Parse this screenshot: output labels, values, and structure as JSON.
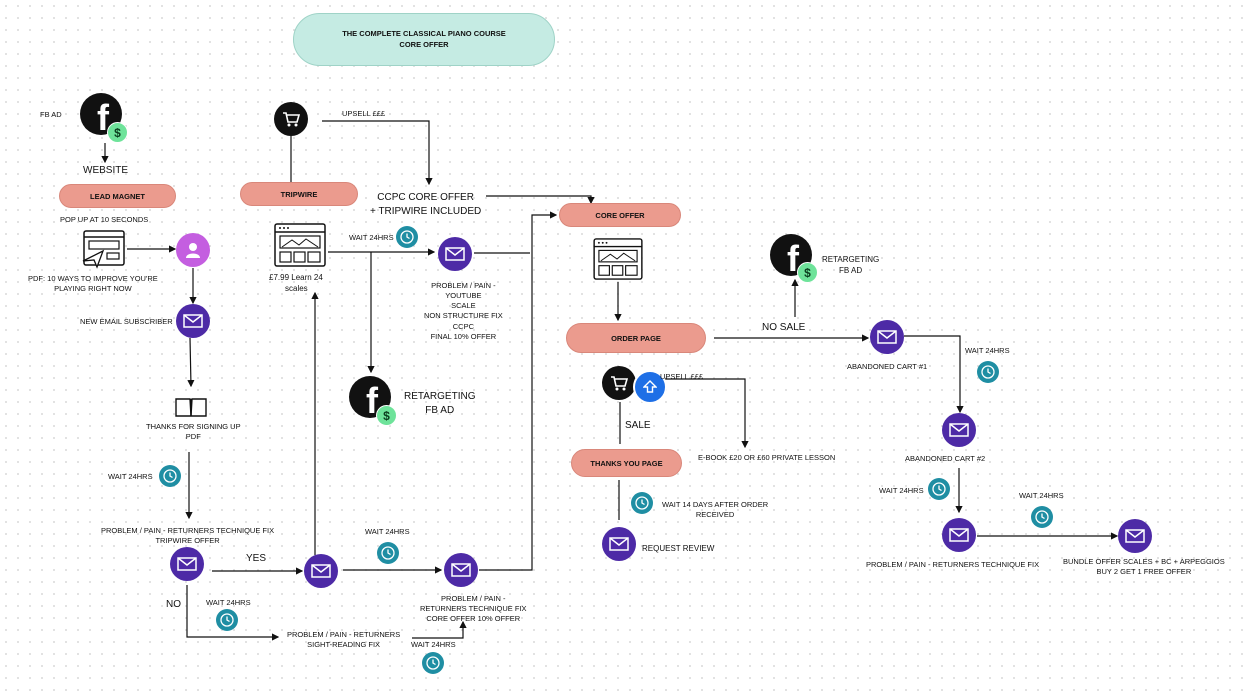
{
  "header": {
    "line1": "THE COMPLETE CLASSICAL PIANO COURSE",
    "line2": "CORE OFFER"
  },
  "pills": {
    "lead_magnet": "LEAD MAGNET",
    "tripwire": "TRIPWIRE",
    "core_offer": "CORE OFFER",
    "order_page": "ORDER PAGE",
    "thanks_page": "THANKS YOU PAGE"
  },
  "left": {
    "fb_ad": "FB AD",
    "website": "WEBSITE",
    "popup": "POP UP AT 10 SECONDS",
    "pdf_line1": "PDF: 10 WAYS TO IMPROVE YOU'RE",
    "pdf_line2": "PLAYING RIGHT NOW",
    "new_subscriber": "NEW EMAIL SUBSCRIBER",
    "thanks_line1": "THANKS FOR SIGNING UP",
    "thanks_line2": "PDF",
    "wait1": "WAIT 24HRS",
    "returners_line1": "PROBLEM / PAIN - RETURNERS TECHNIQUE FIX",
    "returners_line2": "TRIPWIRE OFFER",
    "yes": "YES",
    "no": "NO",
    "wait2": "WAIT 24HRS",
    "wait3": "WAIT 24HRS",
    "sight_line1": "PROBLEM / PAIN - RETURNERS",
    "sight_line2": "SIGHT-READING FIX",
    "wait4": "WAIT 24HRS",
    "core_fix_line1": "PROBLEM / PAIN -",
    "core_fix_line2": "RETURNERS TECHNIQUE FIX",
    "core_fix_line3": "CORE OFFER 10% OFFER"
  },
  "middle": {
    "upsell": "UPSELL £££",
    "ccpc_line1": "CCPC CORE OFFER",
    "ccpc_line2": "+ TRIPWIRE INCLUDED",
    "wait": "WAIT 24HRS",
    "price_line1": "£7.99 Learn 24",
    "price_line2": "scales",
    "email_lines": [
      "PROBLEM / PAIN -",
      "YOUTUBE",
      "SCALE",
      "NON STRUCTURE FIX",
      "CCPC",
      "FINAL 10% OFFER"
    ],
    "retarget_line1": "RETARGETING",
    "retarget_line2": "FB AD"
  },
  "core": {
    "upsell": "UPSELL £££",
    "sale": "SALE",
    "ebook": "E-BOOK £20 OR £60 PRIVATE LESSON",
    "wait_line1": "WAIT 14 DAYS AFTER ORDER",
    "wait_line2": "RECEIVED",
    "request_review": "REQUEST REVIEW"
  },
  "right": {
    "retarget_line1": "RETARGETING",
    "retarget_line2": "FB AD",
    "no_sale": "NO SALE",
    "abandoned1": "ABANDONED CART #1",
    "wait1": "WAIT 24HRS",
    "abandoned2": "ABANDONED CART #2",
    "wait2": "WAIT 24HRS",
    "wait3": "WAIT 24HRS",
    "returners": "PROBLEM / PAIN - RETURNERS TECHNIQUE FIX",
    "bundle_line1": "BUNDLE OFFER SCALES + BC + ARPEGGIOS",
    "bundle_line2": "BUY 2 GET 1 FREE OFFER"
  },
  "colors": {
    "pill": "#eb9b8e",
    "header": "#c5ebe3",
    "email": "#4d2aa6",
    "clock": "#1f8ea3",
    "dollar": "#6ee39a",
    "user": "#c45ee0",
    "upsell": "#1e6fe6"
  },
  "icons": [
    "facebook-icon",
    "dollar-icon",
    "cart-icon",
    "webpage-icon",
    "email-icon",
    "clock-icon",
    "user-icon",
    "book-icon",
    "upsell-arrow-icon"
  ]
}
